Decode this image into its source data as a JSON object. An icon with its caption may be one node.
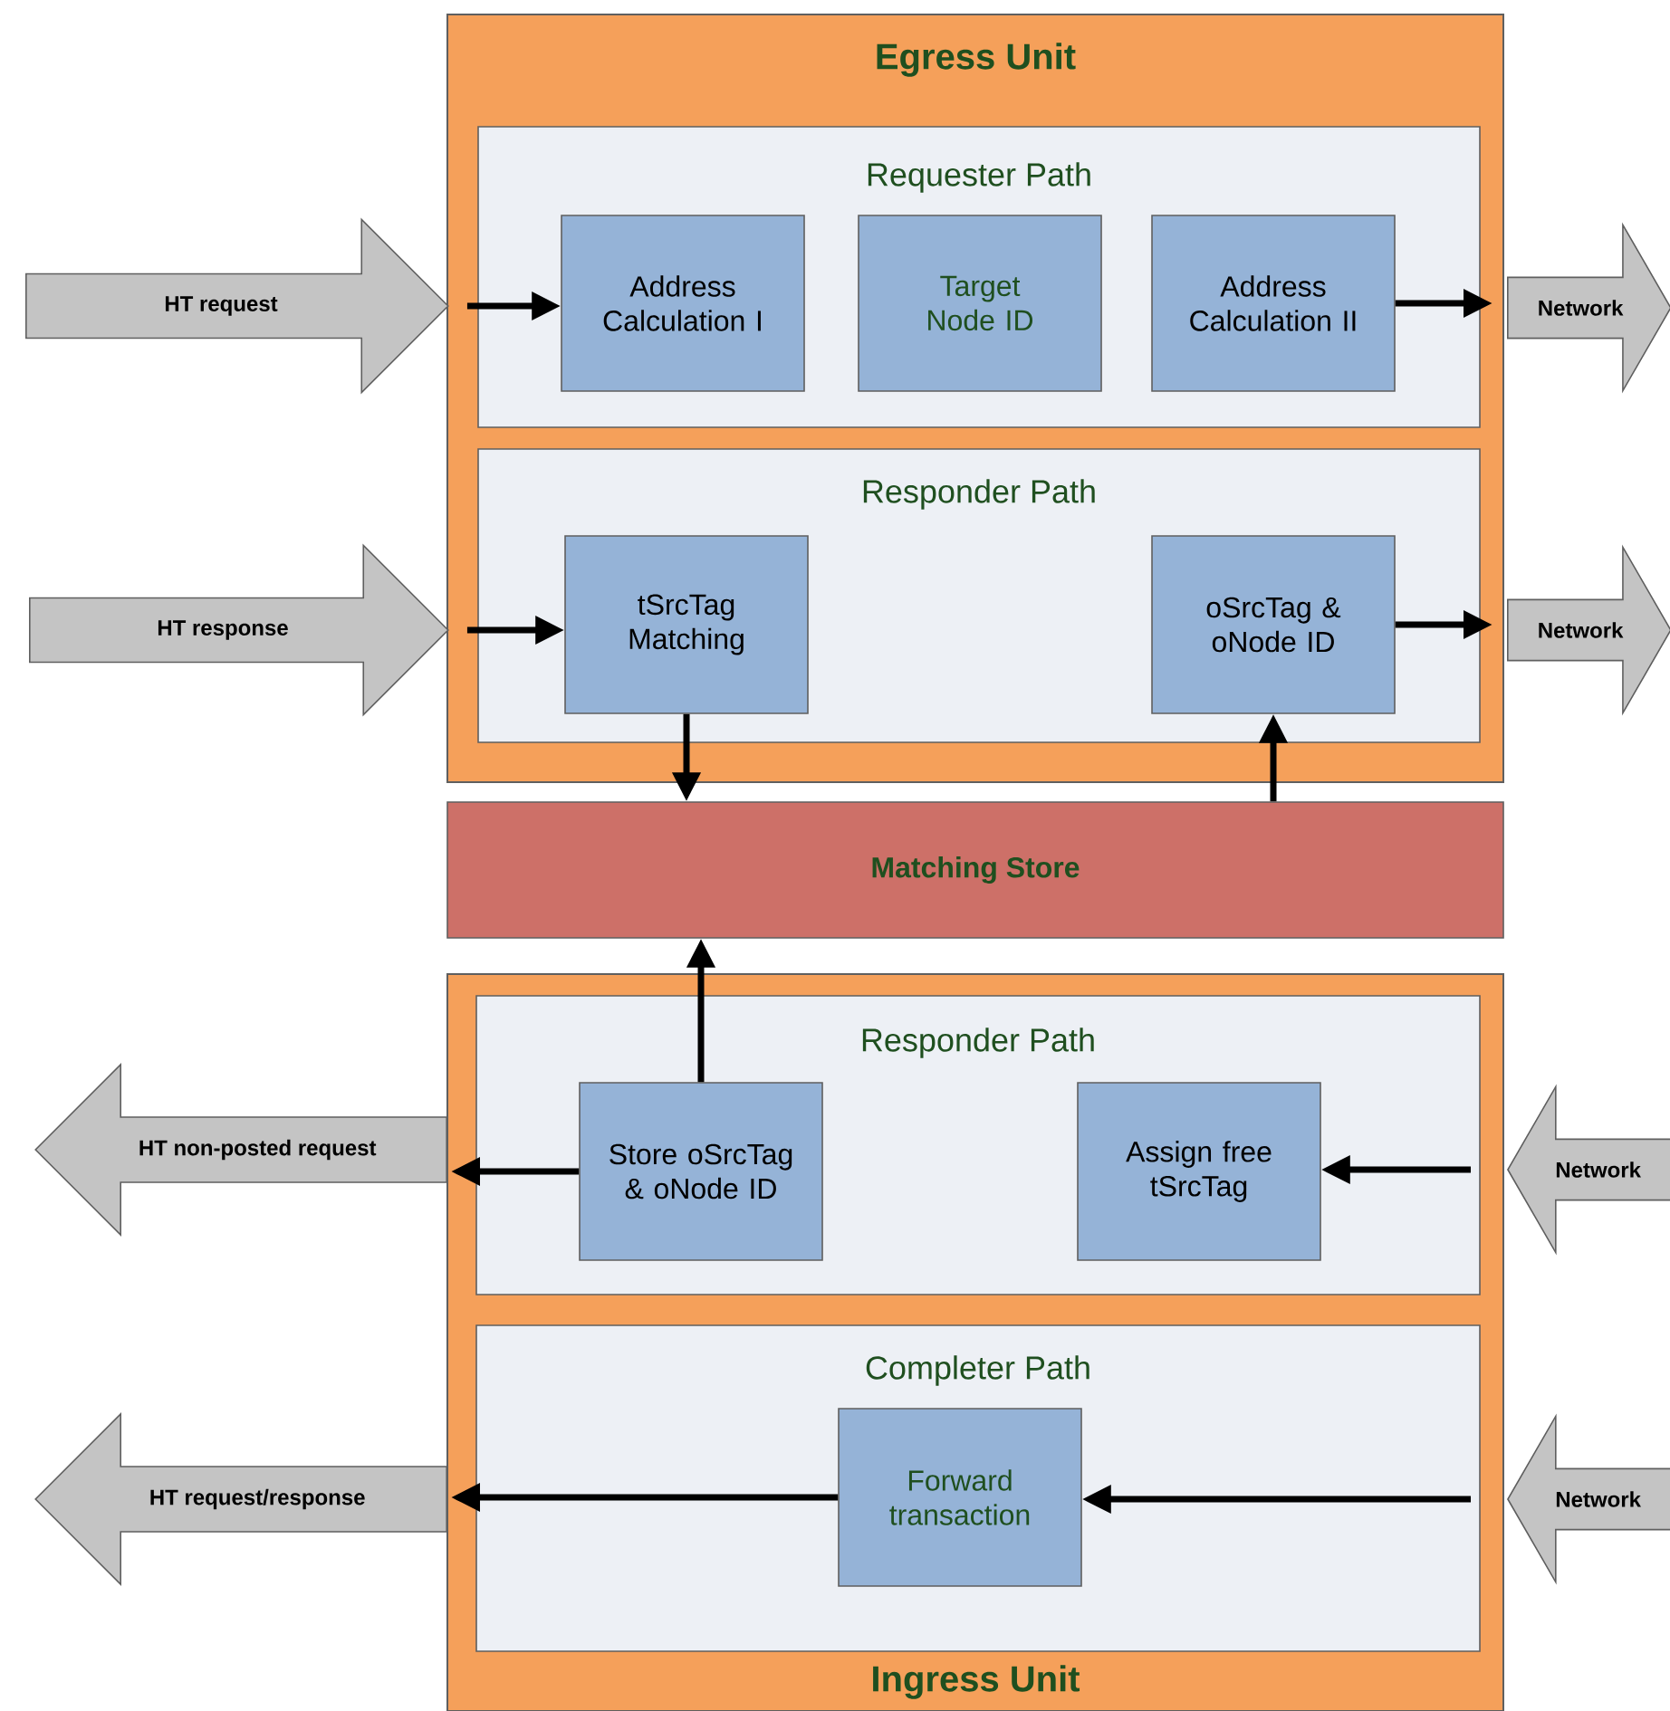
{
  "diagram": {
    "nodes": [
      {
        "text": [
          "Egress Unit"
        ]
      },
      {
        "text": [
          "Requester Path"
        ],
        "in": 0
      },
      {
        "text": [
          "Address Calculation I"
        ],
        "in": 1
      },
      {
        "text": [
          "Target Node ID"
        ],
        "in": 1
      },
      {
        "text": [
          "Address Calculation II"
        ],
        "in": 1
      },
      {
        "text": [
          "Responder Path"
        ],
        "in": 0
      },
      {
        "text": [
          "tSrcTag Matching"
        ],
        "in": 5
      },
      {
        "text": [
          "oSrcTag & oNode ID"
        ],
        "in": 5
      },
      {
        "text": [
          "Matching Store"
        ]
      },
      {
        "text": [
          "Ingress Unit"
        ]
      },
      {
        "text": [
          "Responder Path"
        ],
        "in": 9
      },
      {
        "text": [
          "Store oSrcTag & oNode ID"
        ],
        "in": 10
      },
      {
        "text": [
          "Assign free tSrcTag"
        ],
        "in": 10
      },
      {
        "text": [
          "Completer Path"
        ],
        "in": 9
      },
      {
        "text": [
          "Forward transaction"
        ],
        "in": 13
      },
      {
        "text": [
          "HT request"
        ]
      },
      {
        "text": [
          "Network"
        ]
      },
      {
        "text": [
          "HT response"
        ]
      },
      {
        "text": [
          "Network"
        ]
      },
      {
        "text": [
          "HT non-posted request"
        ]
      },
      {
        "text": [
          "Network"
        ]
      },
      {
        "text": [
          "HT request/response"
        ]
      },
      {
        "text": [
          "Network"
        ]
      }
    ],
    "edges": [
      {
        "from": 15,
        "to": 2,
        "arrow": "to"
      },
      {
        "from": 4,
        "to": 16,
        "arrow": "to"
      },
      {
        "from": 17,
        "to": 6,
        "arrow": "to"
      },
      {
        "from": 7,
        "to": 18,
        "arrow": "to"
      },
      {
        "from": 6,
        "to": 8,
        "arrow": "to"
      },
      {
        "from": 8,
        "to": 7,
        "arrow": "to"
      },
      {
        "from": 11,
        "to": 8,
        "arrow": "to"
      },
      {
        "from": 11,
        "to": 19,
        "arrow": "to"
      },
      {
        "from": 20,
        "to": 12,
        "arrow": "to"
      },
      {
        "from": 22,
        "to": 14,
        "arrow": "to"
      },
      {
        "from": 14,
        "to": 21,
        "arrow": "to"
      }
    ]
  }
}
